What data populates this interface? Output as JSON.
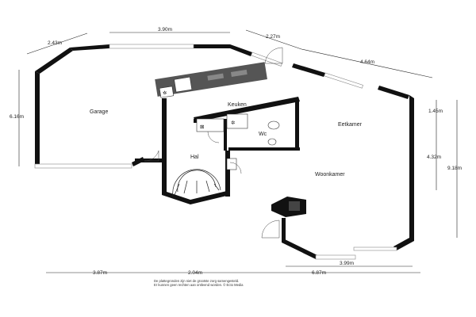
{
  "rooms": {
    "garage": "Garage",
    "keuken": "Keuken",
    "eetkamer": "Eetkamer",
    "wc": "Wc",
    "hal": "Hal",
    "woonkamer": "Woonkamer"
  },
  "dimensions": {
    "garage_diag": "2.43m",
    "garage_top": "3.90m",
    "garage_left": "6.16m",
    "top_mid": "2.27m",
    "top_right": "4.64m",
    "right_a": "1.45m",
    "right_b": "4.32m",
    "right_total": "9.18m",
    "bottom_inner": "3.99m",
    "bottom_a": "3.87m",
    "bottom_b": "2.04m",
    "bottom_c": "6.87m"
  },
  "disclaimer": {
    "line1": "De plattegronden zijn niet de grootste zorg samengesteld.",
    "line2": "Er kunnen geen rechten aan ontleend worden. © Ecto Media"
  }
}
